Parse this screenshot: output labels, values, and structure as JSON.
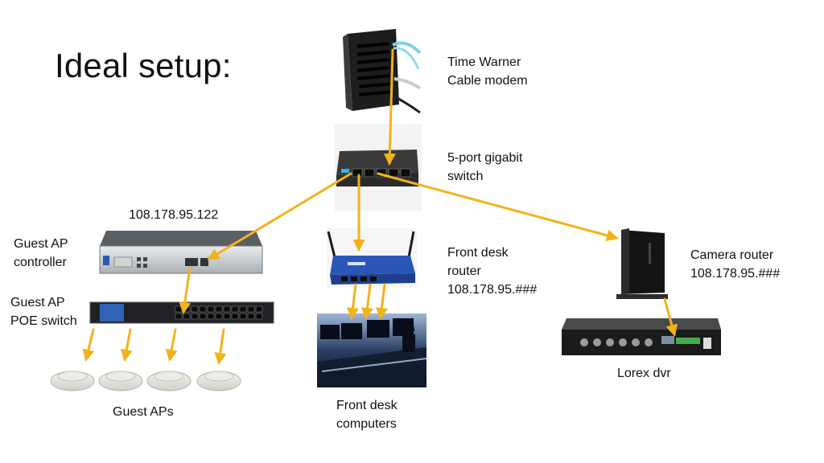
{
  "title": "Ideal setup:",
  "nodes": {
    "modem": {
      "line1": "Time Warner",
      "line2": "Cable modem"
    },
    "switch": {
      "line1": "5-port gigabit",
      "line2": "switch"
    },
    "controller_ip": "108.178.95.122",
    "controller": {
      "line1": "Guest AP",
      "line2": "controller"
    },
    "poe_switch": {
      "line1": "Guest AP",
      "line2": "POE switch"
    },
    "guest_aps": "Guest APs",
    "front_router": {
      "line1": "Front desk",
      "line2": "router",
      "line3": "108.178.95.###"
    },
    "front_computers": {
      "line1": "Front desk",
      "line2": "computers"
    },
    "camera_router": {
      "line1": "Camera router",
      "line2": "108.178.95.###"
    },
    "dvr": "Lorex dvr"
  },
  "colors": {
    "link": "#f2b21b",
    "device_dark": "#1e1e1e",
    "router_blue": "#2a56b8"
  }
}
